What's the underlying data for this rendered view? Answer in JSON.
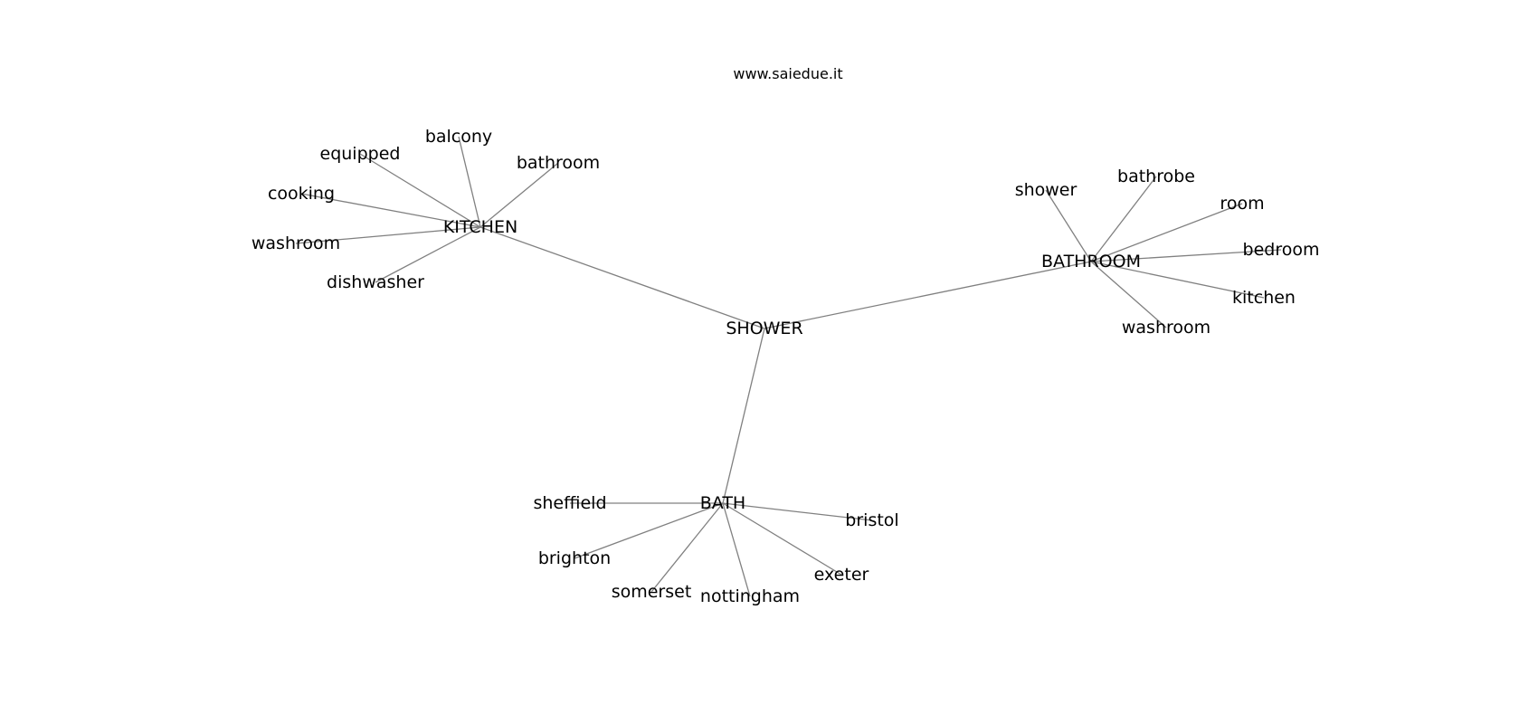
{
  "watermark": "www.saiedue.it",
  "graph": {
    "nodes": [
      {
        "id": "shower_hub",
        "label": "SHOWER"
      },
      {
        "id": "kitchen_hub",
        "label": "KITCHEN"
      },
      {
        "id": "bathroom_hub",
        "label": "BATHROOM"
      },
      {
        "id": "bath_hub",
        "label": "BATH"
      },
      {
        "id": "k_balcony",
        "label": "balcony"
      },
      {
        "id": "k_equipped",
        "label": "equipped"
      },
      {
        "id": "k_bathroom",
        "label": "bathroom"
      },
      {
        "id": "k_cooking",
        "label": "cooking"
      },
      {
        "id": "k_washroom",
        "label": "washroom"
      },
      {
        "id": "k_dishwasher",
        "label": "dishwasher"
      },
      {
        "id": "br_shower",
        "label": "shower"
      },
      {
        "id": "br_bathrobe",
        "label": "bathrobe"
      },
      {
        "id": "br_room",
        "label": "room"
      },
      {
        "id": "br_bedroom",
        "label": "bedroom"
      },
      {
        "id": "br_kitchen",
        "label": "kitchen"
      },
      {
        "id": "br_washroom",
        "label": "washroom"
      },
      {
        "id": "b_sheffield",
        "label": "sheffield"
      },
      {
        "id": "b_bristol",
        "label": "bristol"
      },
      {
        "id": "b_brighton",
        "label": "brighton"
      },
      {
        "id": "b_exeter",
        "label": "exeter"
      },
      {
        "id": "b_somerset",
        "label": "somerset"
      },
      {
        "id": "b_nottingham",
        "label": "nottingham"
      }
    ],
    "edges": [
      [
        "shower_hub",
        "kitchen_hub"
      ],
      [
        "shower_hub",
        "bathroom_hub"
      ],
      [
        "shower_hub",
        "bath_hub"
      ],
      [
        "kitchen_hub",
        "k_balcony"
      ],
      [
        "kitchen_hub",
        "k_equipped"
      ],
      [
        "kitchen_hub",
        "k_bathroom"
      ],
      [
        "kitchen_hub",
        "k_cooking"
      ],
      [
        "kitchen_hub",
        "k_washroom"
      ],
      [
        "kitchen_hub",
        "k_dishwasher"
      ],
      [
        "bathroom_hub",
        "br_shower"
      ],
      [
        "bathroom_hub",
        "br_bathrobe"
      ],
      [
        "bathroom_hub",
        "br_room"
      ],
      [
        "bathroom_hub",
        "br_bedroom"
      ],
      [
        "bathroom_hub",
        "br_kitchen"
      ],
      [
        "bathroom_hub",
        "br_washroom"
      ],
      [
        "bath_hub",
        "b_sheffield"
      ],
      [
        "bath_hub",
        "b_bristol"
      ],
      [
        "bath_hub",
        "b_brighton"
      ],
      [
        "bath_hub",
        "b_exeter"
      ],
      [
        "bath_hub",
        "b_somerset"
      ],
      [
        "bath_hub",
        "b_nottingham"
      ]
    ]
  }
}
